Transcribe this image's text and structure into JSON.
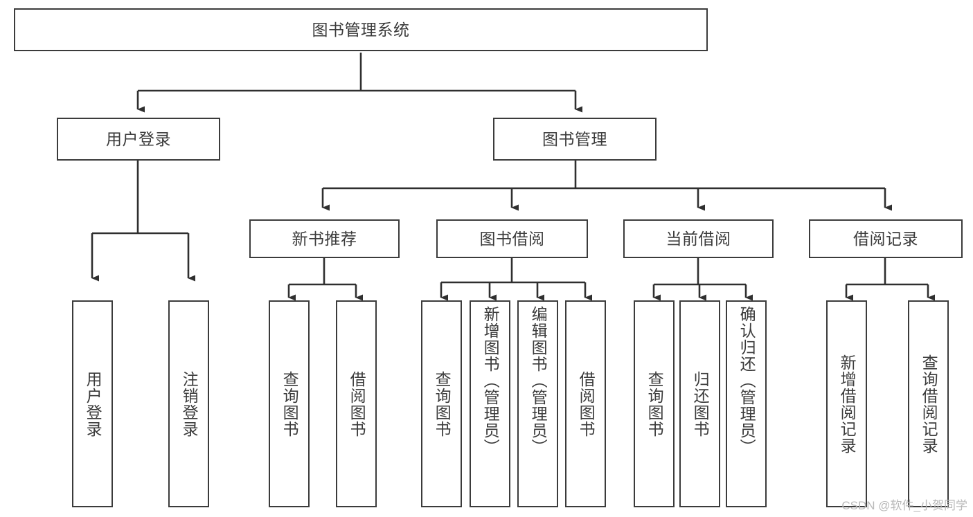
{
  "diagram": {
    "title": "图书管理系统",
    "type": "tree-hierarchy",
    "root": {
      "label": "图书管理系统"
    },
    "level2": [
      {
        "label": "用户登录"
      },
      {
        "label": "图书管理"
      }
    ],
    "level3": [
      {
        "label": "新书推荐"
      },
      {
        "label": "图书借阅"
      },
      {
        "label": "当前借阅"
      },
      {
        "label": "借阅记录"
      }
    ],
    "leaves": {
      "user_login": [
        {
          "label": "用户登录"
        },
        {
          "label": "注销登录"
        }
      ],
      "new_book_recommend": [
        {
          "label": "查询图书"
        },
        {
          "label": "借阅图书"
        }
      ],
      "book_borrow": [
        {
          "label": "查询图书"
        },
        {
          "label": "新增图书（管理员）"
        },
        {
          "label": "编辑图书（管理员）"
        },
        {
          "label": "借阅图书"
        }
      ],
      "current_borrow": [
        {
          "label": "查询图书"
        },
        {
          "label": "归还图书"
        },
        {
          "label": "确认归还（管理员）"
        }
      ],
      "borrow_record": [
        {
          "label": "新增借阅记录"
        },
        {
          "label": "查询借阅记录"
        }
      ]
    }
  },
  "watermark": {
    "text": "CSDN @软件_小贺同学"
  },
  "colors": {
    "stroke": "#3b3b3b",
    "background": "#ffffff",
    "watermark": "#b9b9b9"
  }
}
